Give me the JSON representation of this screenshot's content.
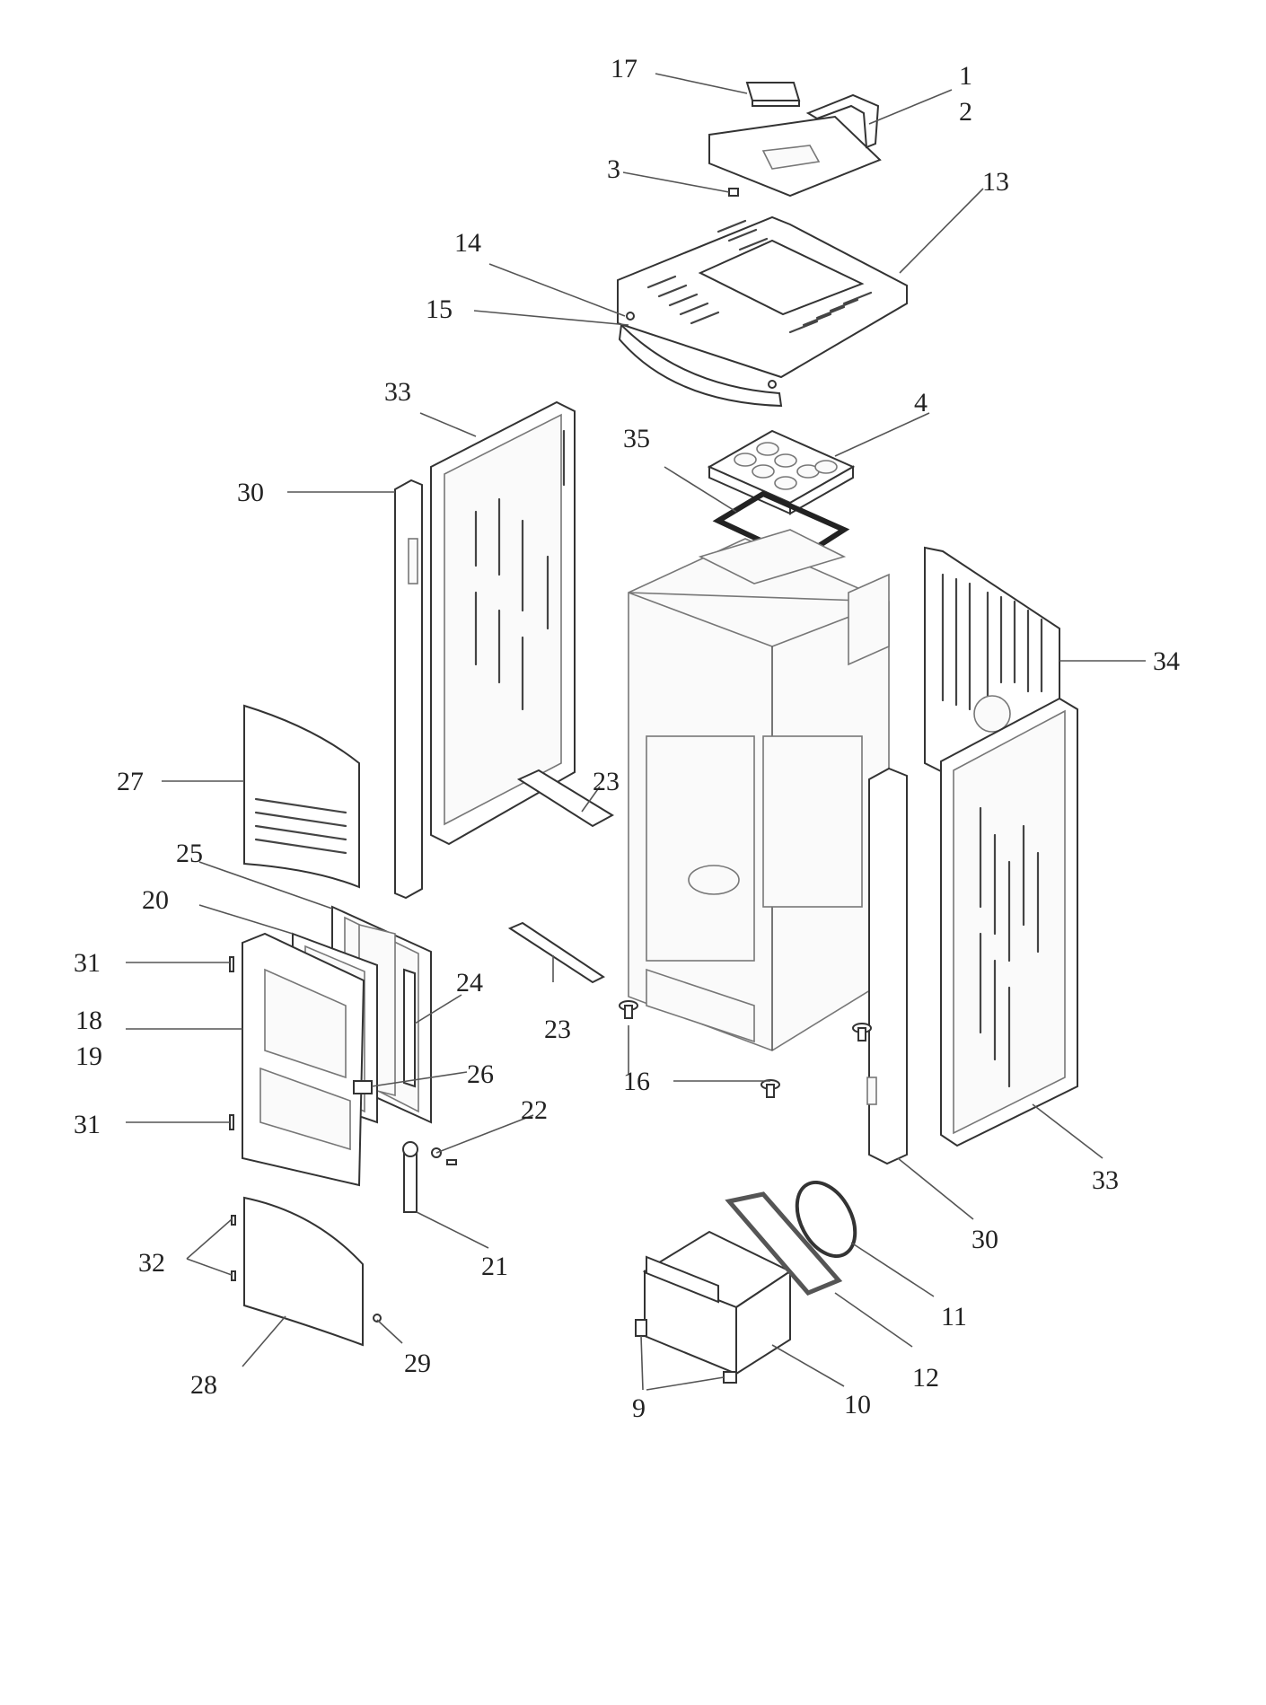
{
  "callouts": [
    {
      "id": "c17",
      "text": "17"
    },
    {
      "id": "c1",
      "text": "1"
    },
    {
      "id": "c2",
      "text": "2"
    },
    {
      "id": "c3",
      "text": "3"
    },
    {
      "id": "c13",
      "text": "13"
    },
    {
      "id": "c14",
      "text": "14"
    },
    {
      "id": "c15",
      "text": "15"
    },
    {
      "id": "c33a",
      "text": "33"
    },
    {
      "id": "c4",
      "text": "4"
    },
    {
      "id": "c35",
      "text": "35"
    },
    {
      "id": "c30a",
      "text": "30"
    },
    {
      "id": "c34",
      "text": "34"
    },
    {
      "id": "c27",
      "text": "27"
    },
    {
      "id": "c23a",
      "text": "23"
    },
    {
      "id": "c25",
      "text": "25"
    },
    {
      "id": "c20",
      "text": "20"
    },
    {
      "id": "c31a",
      "text": "31"
    },
    {
      "id": "c24",
      "text": "24"
    },
    {
      "id": "c23b",
      "text": "23"
    },
    {
      "id": "c18",
      "text": "18"
    },
    {
      "id": "c19",
      "text": "19"
    },
    {
      "id": "c26",
      "text": "26"
    },
    {
      "id": "c16",
      "text": "16"
    },
    {
      "id": "c31b",
      "text": "31"
    },
    {
      "id": "c22",
      "text": "22"
    },
    {
      "id": "c33b",
      "text": "33"
    },
    {
      "id": "c30b",
      "text": "30"
    },
    {
      "id": "c32",
      "text": "32"
    },
    {
      "id": "c21",
      "text": "21"
    },
    {
      "id": "c11",
      "text": "11"
    },
    {
      "id": "c29",
      "text": "29"
    },
    {
      "id": "c12",
      "text": "12"
    },
    {
      "id": "c28",
      "text": "28"
    },
    {
      "id": "c9",
      "text": "9"
    },
    {
      "id": "c10",
      "text": "10"
    }
  ]
}
